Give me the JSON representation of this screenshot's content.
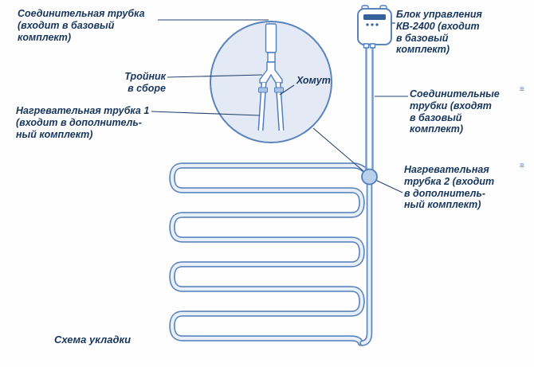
{
  "colors": {
    "text": "#17365d",
    "diagram_line": "#4f7ec2",
    "lens_fill": "#e4eaf5",
    "tube_fill": "#e7eff9",
    "leader_line": "#24436f"
  },
  "labels": {
    "connecting_tube_single": "Соединительная трубка\n(входит в базовый\nкомплект)",
    "tee_assembly": "Тройник\nв сборе",
    "clamp": "Хомут",
    "heating_tube_1": "Нагревательная трубка 1\n(входит в дополнитель-\nный комплект)",
    "control_unit": "Блок управления\nКВ-2400 (входит\nв базовый\nкомплект)",
    "connecting_tubes": "Соединительные\nтрубки (входят\nв базовый\nкомплект)",
    "heating_tube_2": "Нагревательная\nтрубка 2 (входит\nв дополнитель-\nный комплект)",
    "scheme_caption": "Схема укладки"
  },
  "icons": {
    "edge_mark": "≡"
  }
}
